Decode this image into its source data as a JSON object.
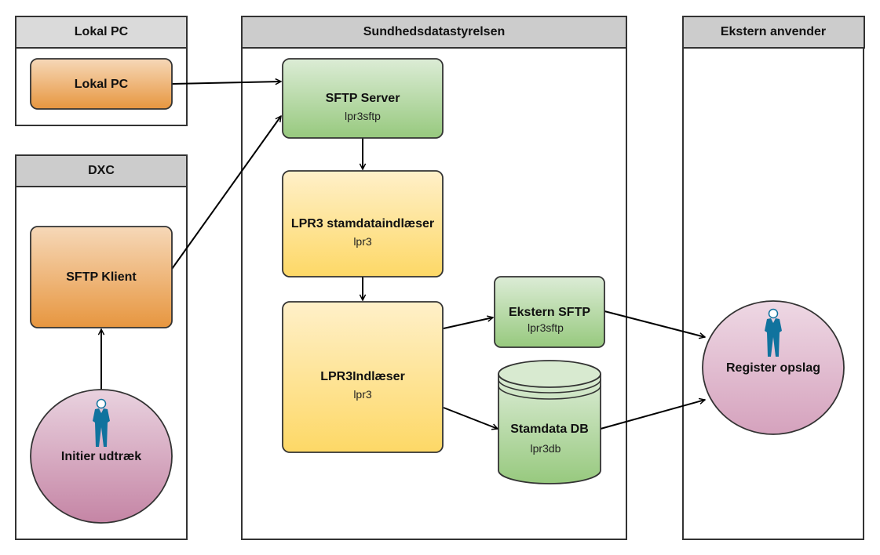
{
  "lanes": {
    "lokal_pc": {
      "title": "Lokal PC"
    },
    "dxc": {
      "title": "DXC"
    },
    "sundhed": {
      "title": "Sundhedsdatastyrelsen"
    },
    "ekstern": {
      "title": "Ekstern anvender"
    }
  },
  "nodes": {
    "lokal_pc": {
      "title": "Lokal PC",
      "type": "process"
    },
    "sftp_klient": {
      "title": "SFTP Klient",
      "type": "process"
    },
    "initier": {
      "title": "Initier udtræk",
      "type": "actor"
    },
    "sftp_server": {
      "title": "SFTP Server",
      "subtitle": "lpr3sftp",
      "type": "server"
    },
    "stamdataindlaeser": {
      "title": "LPR3 stamdataindlæser",
      "subtitle": "lpr3",
      "type": "process"
    },
    "lpr3indlaeser": {
      "title": "LPR3Indlæser",
      "subtitle": "lpr3",
      "type": "process"
    },
    "ekstern_sftp": {
      "title": "Ekstern SFTP",
      "subtitle": "lpr3sftp",
      "type": "server"
    },
    "stamdata_db": {
      "title": "Stamdata DB",
      "subtitle": "lpr3db",
      "type": "database"
    },
    "register": {
      "title": "Register opslag",
      "type": "actor"
    }
  },
  "edges": [
    {
      "from": "lokal_pc",
      "to": "sftp_server"
    },
    {
      "from": "sftp_klient",
      "to": "sftp_server"
    },
    {
      "from": "initier",
      "to": "sftp_klient"
    },
    {
      "from": "sftp_server",
      "to": "stamdataindlaeser"
    },
    {
      "from": "stamdataindlaeser",
      "to": "lpr3indlaeser"
    },
    {
      "from": "lpr3indlaeser",
      "to": "ekstern_sftp"
    },
    {
      "from": "lpr3indlaeser",
      "to": "stamdata_db"
    },
    {
      "from": "ekstern_sftp",
      "to": "register"
    },
    {
      "from": "stamdata_db",
      "to": "register"
    }
  ],
  "colors": {
    "lane_header": "#cccccc",
    "lane_header_light": "#dadada",
    "border": "#333333",
    "orange_top": "#f6d8b8",
    "orange_bottom": "#e7963f",
    "green_top": "#dcecd6",
    "green_bottom": "#97c97e",
    "yellow_top": "#fff0c9",
    "yellow_bottom": "#fdd866",
    "pink_top": "#e8cfdd",
    "pink_bottom": "#c585a5",
    "actor_blue": "#10739e"
  }
}
